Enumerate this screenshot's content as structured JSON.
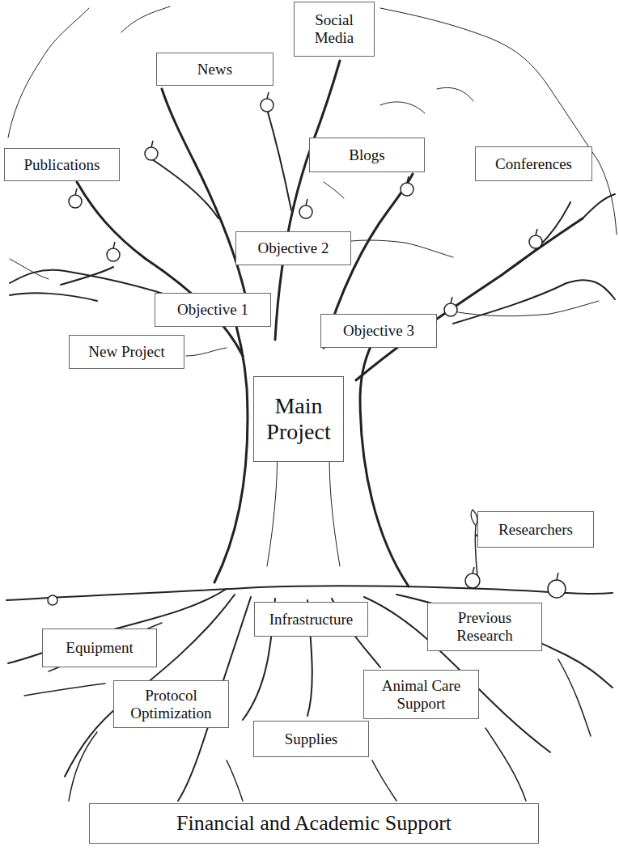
{
  "diagram": {
    "nodes": [
      {
        "text": [
          "Social Media"
        ]
      },
      {
        "text": [
          "News"
        ]
      },
      {
        "text": [
          "Publications"
        ]
      },
      {
        "text": [
          "Blogs"
        ]
      },
      {
        "text": [
          "Conferences"
        ]
      },
      {
        "text": [
          "Objective 2"
        ]
      },
      {
        "text": [
          "Objective 1"
        ]
      },
      {
        "text": [
          "Objective 3"
        ]
      },
      {
        "text": [
          "New Project"
        ]
      },
      {
        "text": [
          "Main Project"
        ]
      },
      {
        "text": [
          "Researchers"
        ]
      },
      {
        "text": [
          "Infrastructure"
        ]
      },
      {
        "text": [
          "Previous Research"
        ]
      },
      {
        "text": [
          "Equipment"
        ]
      },
      {
        "text": [
          "Animal Care Support"
        ]
      },
      {
        "text": [
          "Protocol Optimization"
        ]
      },
      {
        "text": [
          "Supplies"
        ]
      },
      {
        "text": [
          "Financial and Academic Support"
        ]
      }
    ]
  }
}
